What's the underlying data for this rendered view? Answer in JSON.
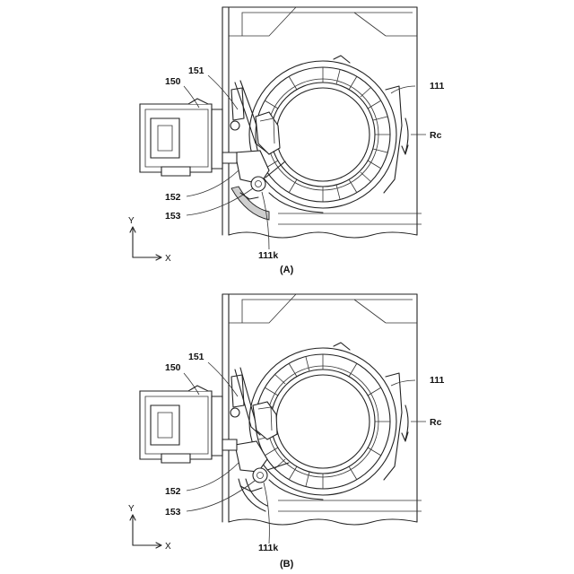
{
  "figure_a": {
    "caption": "(A)",
    "labels": {
      "ref_150": "150",
      "ref_151": "151",
      "ref_111": "111",
      "ref_rc": "Rc",
      "ref_152": "152",
      "ref_153": "153",
      "ref_111k": "111k",
      "axis_y": "Y",
      "axis_x": "X"
    }
  },
  "figure_b": {
    "caption": "(B)",
    "labels": {
      "ref_150": "150",
      "ref_151": "151",
      "ref_111": "111",
      "ref_rc": "Rc",
      "ref_152": "152",
      "ref_153": "153",
      "ref_111k": "111k",
      "axis_y": "Y",
      "axis_x": "X"
    }
  },
  "colors": {
    "line": "#222222",
    "background": "#ffffff",
    "shade": "#cfcfcf"
  }
}
